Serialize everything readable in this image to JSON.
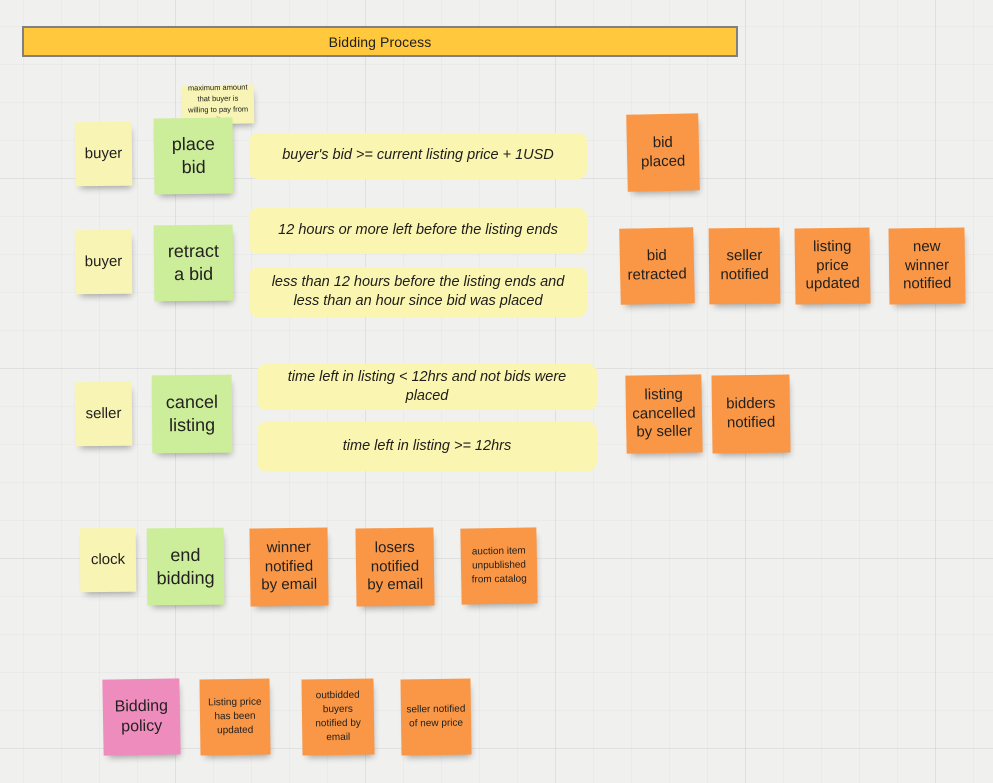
{
  "board": {
    "title": "Bidding Process",
    "background_color": "#f0f0ef",
    "grid": true
  },
  "colors": {
    "title_bar": "#FFC83D",
    "title_bar_border": "#808080",
    "actor_note": "#F8F4B4",
    "command_note": "#CCEE9A",
    "event_note": "#F99746",
    "policy_note": "#EE8CBE",
    "condition_box": "#FAF5B0"
  },
  "rows": [
    {
      "id": "place-bid",
      "actor": "buyer",
      "annotation": "maximum amount that buyer is willing to pay from an item",
      "command": "place\nbid",
      "conditions": [
        "buyer's bid >= current listing price + 1USD"
      ],
      "events": [
        "bid\nplaced"
      ]
    },
    {
      "id": "retract-a-bid",
      "actor": "buyer",
      "command": "retract\na bid",
      "conditions": [
        "12 hours or more left before the listing ends",
        "less than 12 hours before the listing ends and  less than an hour since bid was placed"
      ],
      "events": [
        "bid\nretracted",
        "seller\nnotified",
        "listing\nprice\nupdated",
        "new\nwinner\nnotified"
      ]
    },
    {
      "id": "cancel-listing",
      "actor": "seller",
      "command": "cancel\nlisting",
      "conditions": [
        "time left in listing < 12hrs and not bids were placed",
        "time left in listing >= 12hrs"
      ],
      "events": [
        "listing\ncancelled\nby seller",
        "bidders\nnotified"
      ]
    },
    {
      "id": "end-bidding",
      "actor": "clock",
      "command": "end\nbidding",
      "conditions": [],
      "events": [
        "winner\nnotified\nby email",
        "losers\nnotified\nby email",
        "auction item unpublished from catalog"
      ]
    },
    {
      "id": "bidding-policy",
      "policy": "Bidding\npolicy",
      "events": [
        "Listing price has been updated",
        "outbidded buyers notified by email",
        "seller notified of new price"
      ]
    }
  ]
}
